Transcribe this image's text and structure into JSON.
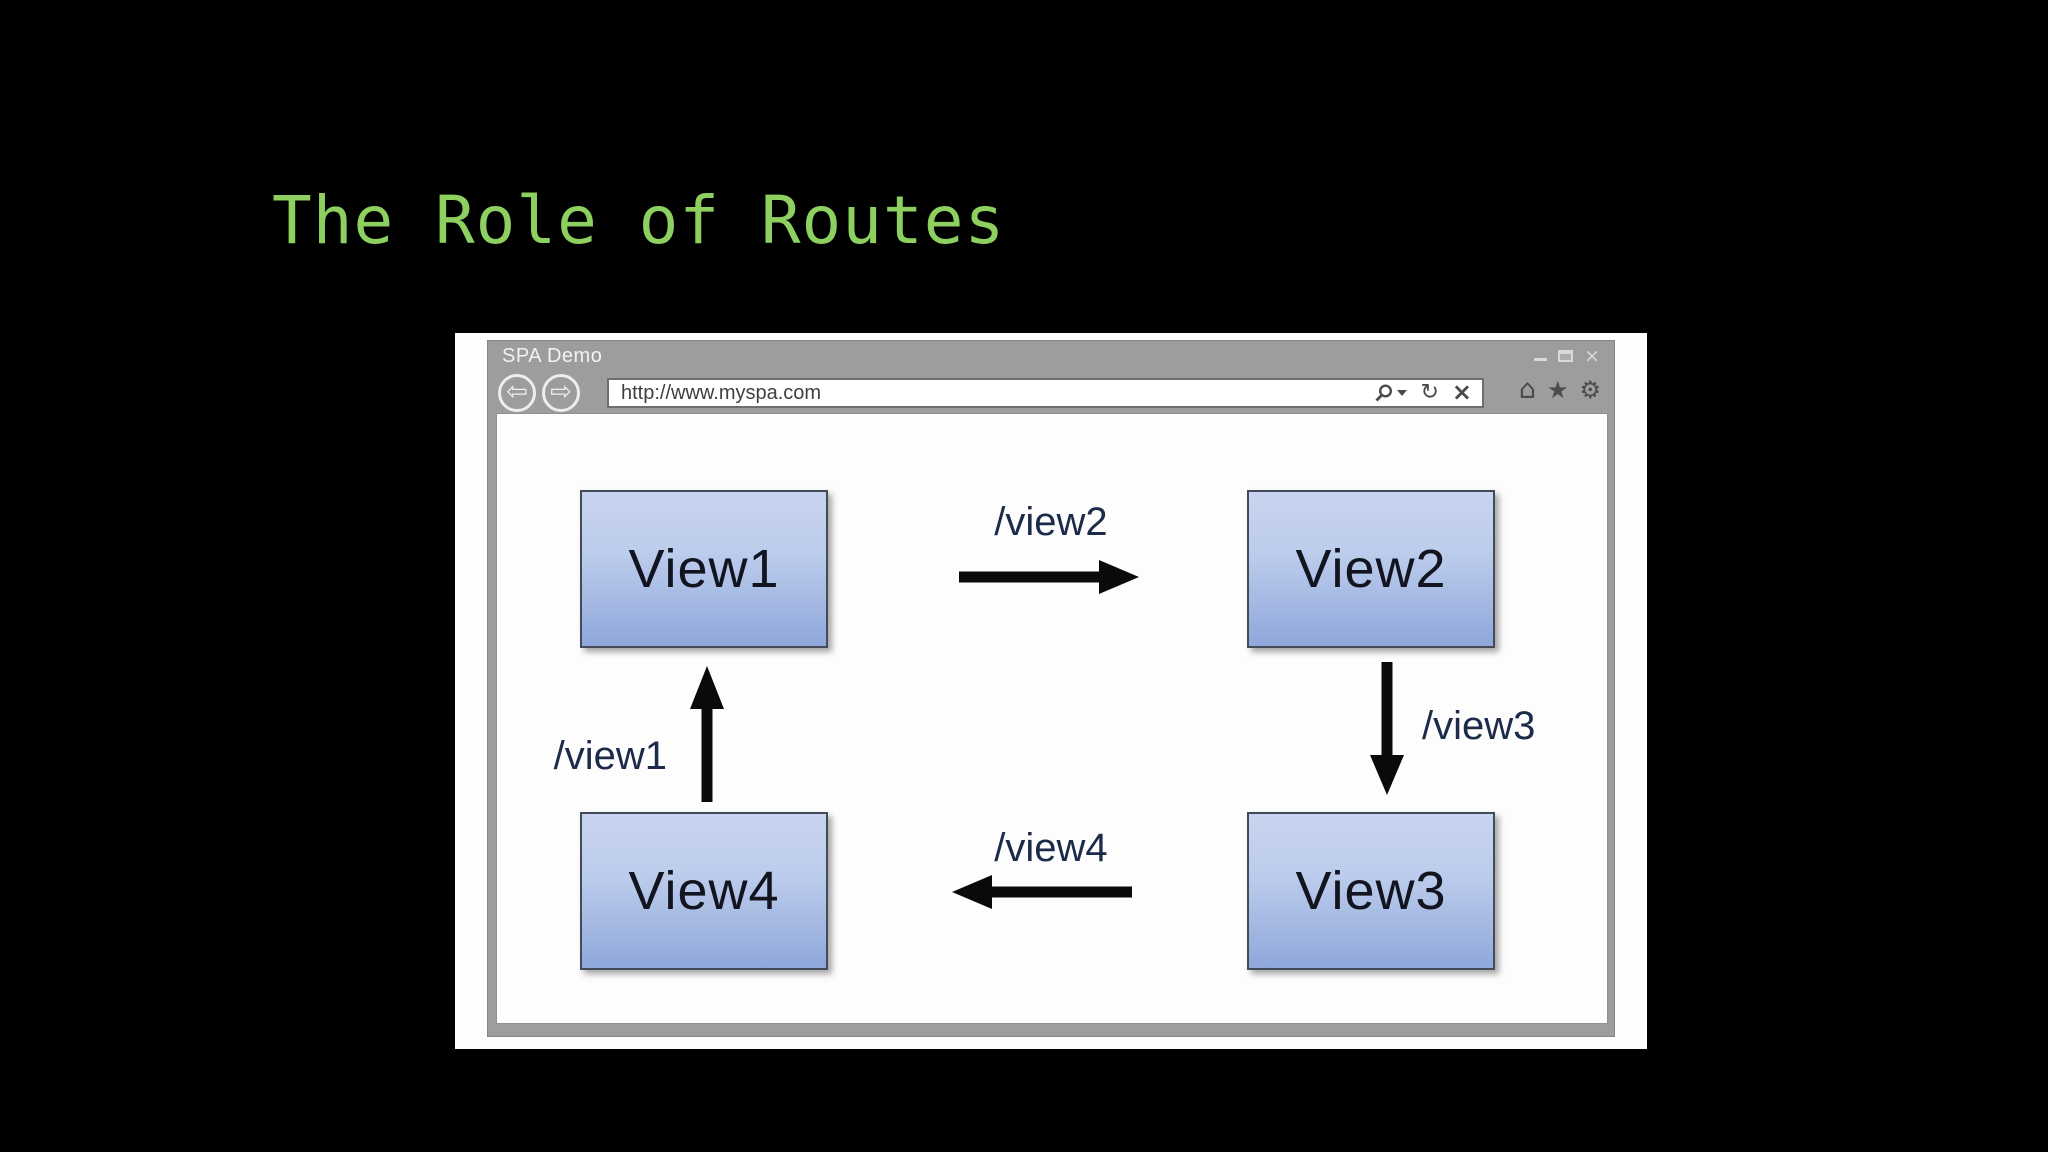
{
  "slide": {
    "title": "The Role of Routes"
  },
  "browser": {
    "window_title": "SPA Demo",
    "url": "http://www.myspa.com"
  },
  "icons": {
    "back": "⇦",
    "forward": "⇨",
    "refresh": "↻",
    "stop": "×",
    "close": "×",
    "home": "⌂",
    "star": "★",
    "gear": "⚙"
  },
  "diagram": {
    "nodes": [
      {
        "id": "view1",
        "label": "View1"
      },
      {
        "id": "view2",
        "label": "View2"
      },
      {
        "id": "view3",
        "label": "View3"
      },
      {
        "id": "view4",
        "label": "View4"
      }
    ],
    "edges": [
      {
        "route": "/view2",
        "from": "View1",
        "to": "View2",
        "direction": "right"
      },
      {
        "route": "/view3",
        "from": "View2",
        "to": "View3",
        "direction": "down"
      },
      {
        "route": "/view4",
        "from": "View3",
        "to": "View4",
        "direction": "left"
      },
      {
        "route": "/view1",
        "from": "View4",
        "to": "View1",
        "direction": "up"
      }
    ]
  },
  "colors": {
    "slide_background": "#000000",
    "title_green": "#8dd05f",
    "chrome_gray": "#9d9d9d",
    "box_fill_top": "#c8d4ef",
    "box_fill_bottom": "#8fa7da",
    "box_border": "#434a58",
    "route_label_navy": "#1c2b4a",
    "arrow_black": "#0a0a0a"
  }
}
